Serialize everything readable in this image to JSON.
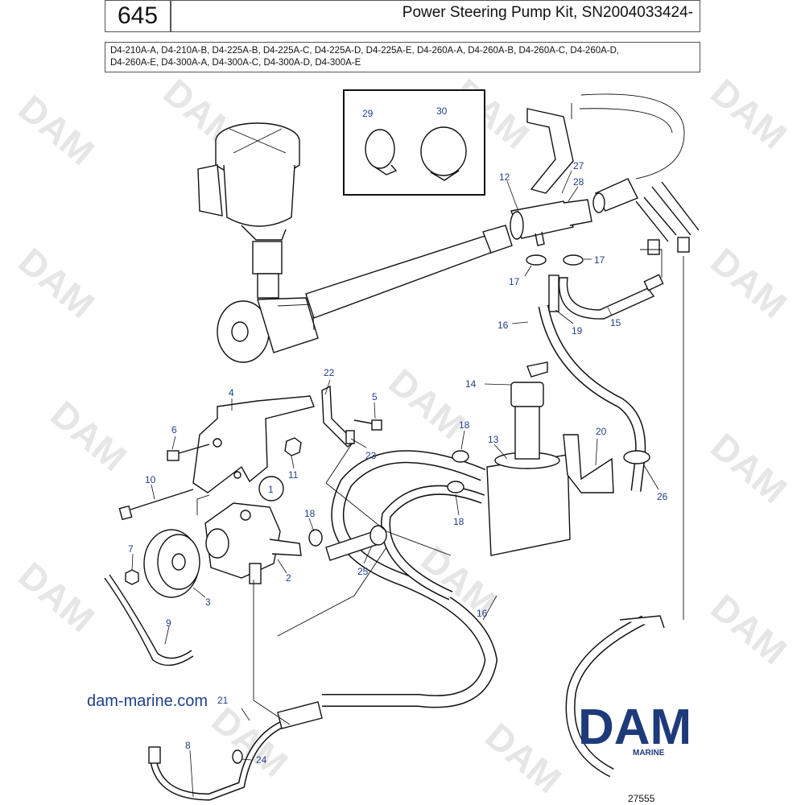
{
  "header": {
    "page_number": "645",
    "title": "Power Steering Pump Kit, SN2004033424-",
    "models_line1": "D4-210A-A, D4-210A-B, D4-225A-B, D4-225A-C, D4-225A-D, D4-225A-E, D4-260A-A, D4-260A-B, D4-260A-C, D4-260A-D,",
    "models_line2": "D4-260A-E, D4-300A-A, D4-300A-C, D4-300A-D, D4-300A-E"
  },
  "callouts": {
    "c1": "1",
    "c2": "2",
    "c3": "3",
    "c4": "4",
    "c5": "5",
    "c6": "6",
    "c7": "7",
    "c8": "8",
    "c9": "9",
    "c10": "10",
    "c11": "11",
    "c12": "12",
    "c13": "13",
    "c14": "14",
    "c15": "15",
    "c16a": "16",
    "c16b": "16",
    "c17a": "17",
    "c17b": "17",
    "c18a": "18",
    "c18b": "18",
    "c18c": "18",
    "c19": "19",
    "c20": "20",
    "c21": "21",
    "c22": "22",
    "c23": "23",
    "c24": "24",
    "c25": "25",
    "c26": "26",
    "c27": "27",
    "c28": "28",
    "c29": "29",
    "c30": "30"
  },
  "watermark": "DAM",
  "footer": {
    "site_url": "dam-marine.com",
    "logo_text": "DAM",
    "logo_sub": "MARINE",
    "ref_number": "27555"
  },
  "colors": {
    "callout": "#1f3f8a",
    "logo": "#1e3a7a",
    "watermark": "#e6e6e6"
  }
}
